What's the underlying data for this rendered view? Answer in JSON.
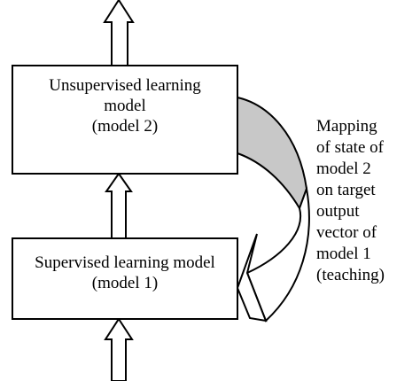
{
  "diagram": {
    "colors": {
      "stroke": "#000000",
      "background": "#ffffff",
      "mapping_fill": "#c8c8c8"
    },
    "unsupervised_box": {
      "line1": "Unsupervised learning",
      "line2": "model",
      "line3": "(model 2)"
    },
    "supervised_box": {
      "line1": "Supervised learning model",
      "line2": "(model 1)"
    },
    "mapping_label": {
      "lines": [
        "Mapping",
        "of state of",
        "model 2",
        "on target",
        "output",
        "vector of",
        "model 1",
        "(teaching)"
      ]
    }
  }
}
